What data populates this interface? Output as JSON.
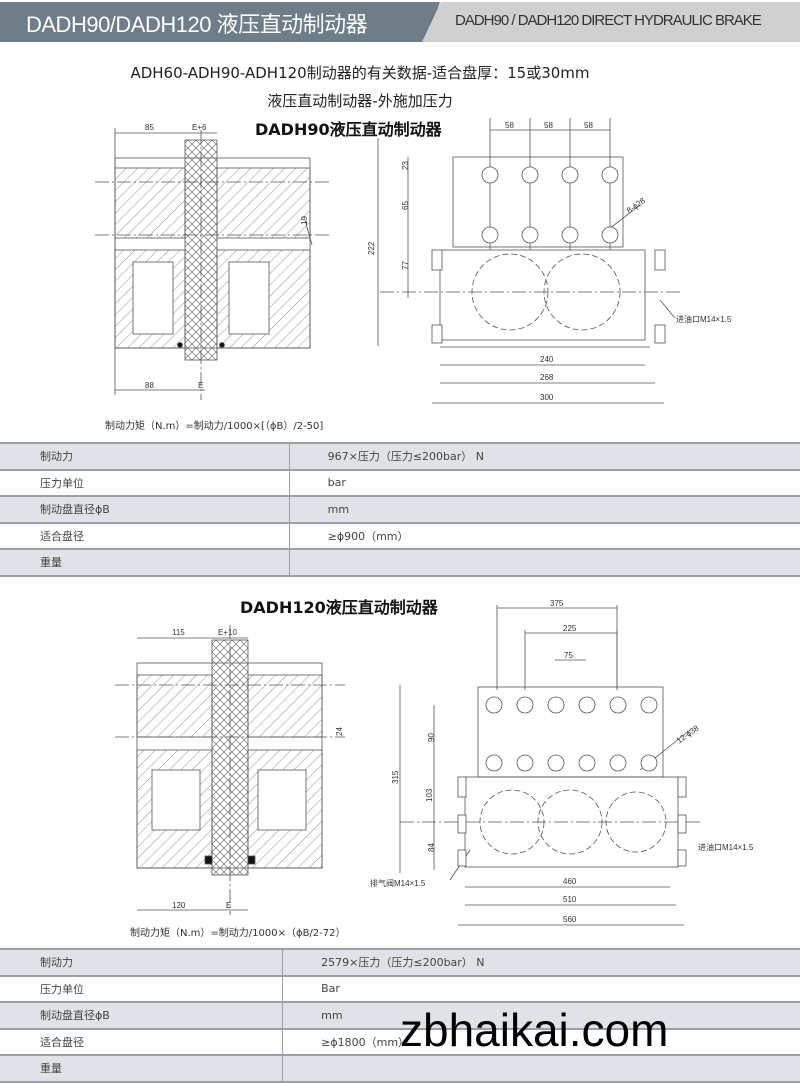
{
  "header": {
    "title": "DADH90/DADH120 液压直动制动器",
    "subtitle_en": "DADH90 / DADH120 DIRECT HYDRAULIC BRAKE",
    "colors": {
      "dark": "#6e7d88",
      "light": "#d0d0d0"
    }
  },
  "intro": {
    "line1": "ADH60-ADH90-ADH120制动器的有关数据-适合盘厚：15或30mm",
    "line2": "液压直动制动器-外施加压力"
  },
  "dadh90": {
    "title": "DADH90液压直动制动器",
    "side_dims": {
      "top_a": "85",
      "top_b": "E+6",
      "gap": "19",
      "bottom_a": "88",
      "bottom_b": "E"
    },
    "front_dims": {
      "pitch1": "58",
      "pitch2": "58",
      "pitch3": "58",
      "v1": "23",
      "v2": "65",
      "v3": "77",
      "height": "222",
      "holes": "8-ϕ28",
      "port": "进油口M14×1.5",
      "w1": "240",
      "w2": "268",
      "w3": "300"
    },
    "formula": "制动力矩（N.m）=制动力/1000×[（ϕB）/2-50]",
    "table": [
      {
        "label": "制动力",
        "value": "967×压力（压力≤200bar）  N"
      },
      {
        "label": "压力单位",
        "value": "bar"
      },
      {
        "label": "制动盘直径ϕB",
        "value": "mm"
      },
      {
        "label": "适合盘径",
        "value": "≥ϕ900（mm）"
      },
      {
        "label": "重量",
        "value": ""
      }
    ]
  },
  "dadh120": {
    "title": "DADH120液压直动制动器",
    "side_dims": {
      "top_a": "115",
      "top_b": "E+10",
      "gap": "24",
      "bottom_a": "120",
      "bottom_b": "E"
    },
    "front_dims": {
      "w_top1": "375",
      "w_top2": "225",
      "w_top3": "75",
      "v1": "90",
      "v2": "103",
      "v3": "84",
      "height": "315",
      "holes": "12-ϕ38",
      "port": "进油口M14×1.5",
      "vent": "排气阀M14×1.5",
      "w1": "460",
      "w2": "510",
      "w3": "560"
    },
    "formula": "制动力矩（N.m）=制动力/1000×（ϕB/2-72）",
    "table": [
      {
        "label": "制动力",
        "value": "2579×压力（压力≤200bar）  N"
      },
      {
        "label": "压力单位",
        "value": "Bar"
      },
      {
        "label": "制动盘直径ϕB",
        "value": "mm"
      },
      {
        "label": "适合盘径",
        "value": "≥ϕ1800（mm）"
      },
      {
        "label": "重量",
        "value": ""
      }
    ]
  },
  "watermark": "zbhaikai.com"
}
